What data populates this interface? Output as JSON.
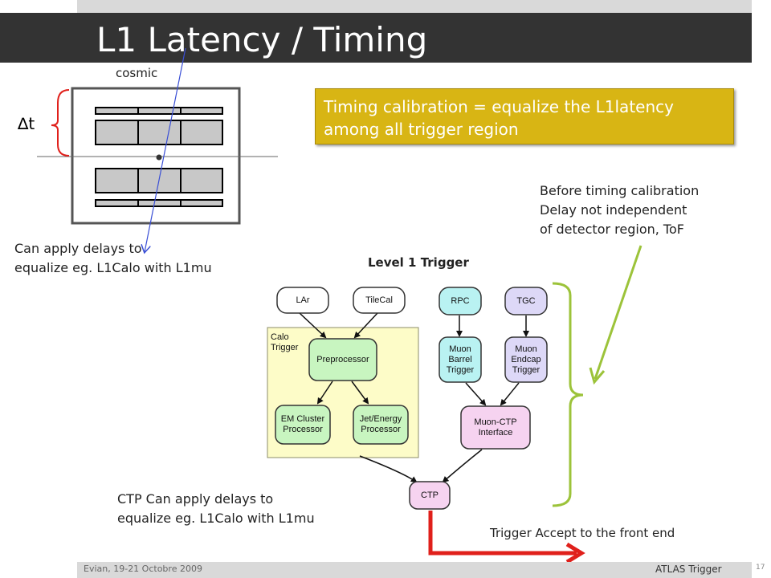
{
  "slide": {
    "title": "L1 Latency / Timing",
    "footer_left": "Evian, 19-21 Octobre 2009",
    "footer_right": "ATLAS Trigger",
    "page_number": "17"
  },
  "callout": {
    "text": "Timing calibration = equalize the L1latency among all trigger region"
  },
  "detector": {
    "cosmic_label": "cosmic",
    "dt_label": "∆t"
  },
  "notes": {
    "delays_line1": "Can apply delays to",
    "delays_line2": "equalize eg. L1Calo with L1mu",
    "before_line1": "Before timing calibration",
    "before_line2": "Delay not independent",
    "before_line3": "of detector region, ToF",
    "ctp_line1": "CTP Can apply delays to",
    "ctp_line2": "equalize eg. L1Calo with L1mu",
    "accept": "Trigger Accept to the front end"
  },
  "level1": {
    "title": "Level 1 Trigger",
    "calo_group_line1": "Calo",
    "calo_group_line2": "Trigger",
    "nodes": {
      "lar": "LAr",
      "tilecal": "TileCal",
      "rpc": "RPC",
      "tgc": "TGC",
      "preprocessor": "Preprocessor",
      "muon_barrel_1": "Muon",
      "muon_barrel_2": "Barrel",
      "muon_barrel_3": "Trigger",
      "muon_endcap_1": "Muon",
      "muon_endcap_2": "Endcap",
      "muon_endcap_3": "Trigger",
      "em_cluster_1": "EM Cluster",
      "em_cluster_2": "Processor",
      "jet_energy_1": "Jet/Energy",
      "jet_energy_2": "Processor",
      "muon_ctp_1": "Muon-CTP",
      "muon_ctp_2": "Interface",
      "ctp": "CTP"
    }
  },
  "colors": {
    "title_bar": "#333333",
    "callout": "#d8b514",
    "calo_group": "#fdfcc8",
    "node_white": "#ffffff",
    "node_green": "#c8f5c0",
    "node_cyan": "#b9f2f2",
    "node_lavender": "#ddd8f7",
    "node_pink": "#f6d3f0",
    "brace_green": "#9cc33a",
    "accept_red": "#e0201b",
    "cosmic_blue": "#3a4fd6"
  }
}
